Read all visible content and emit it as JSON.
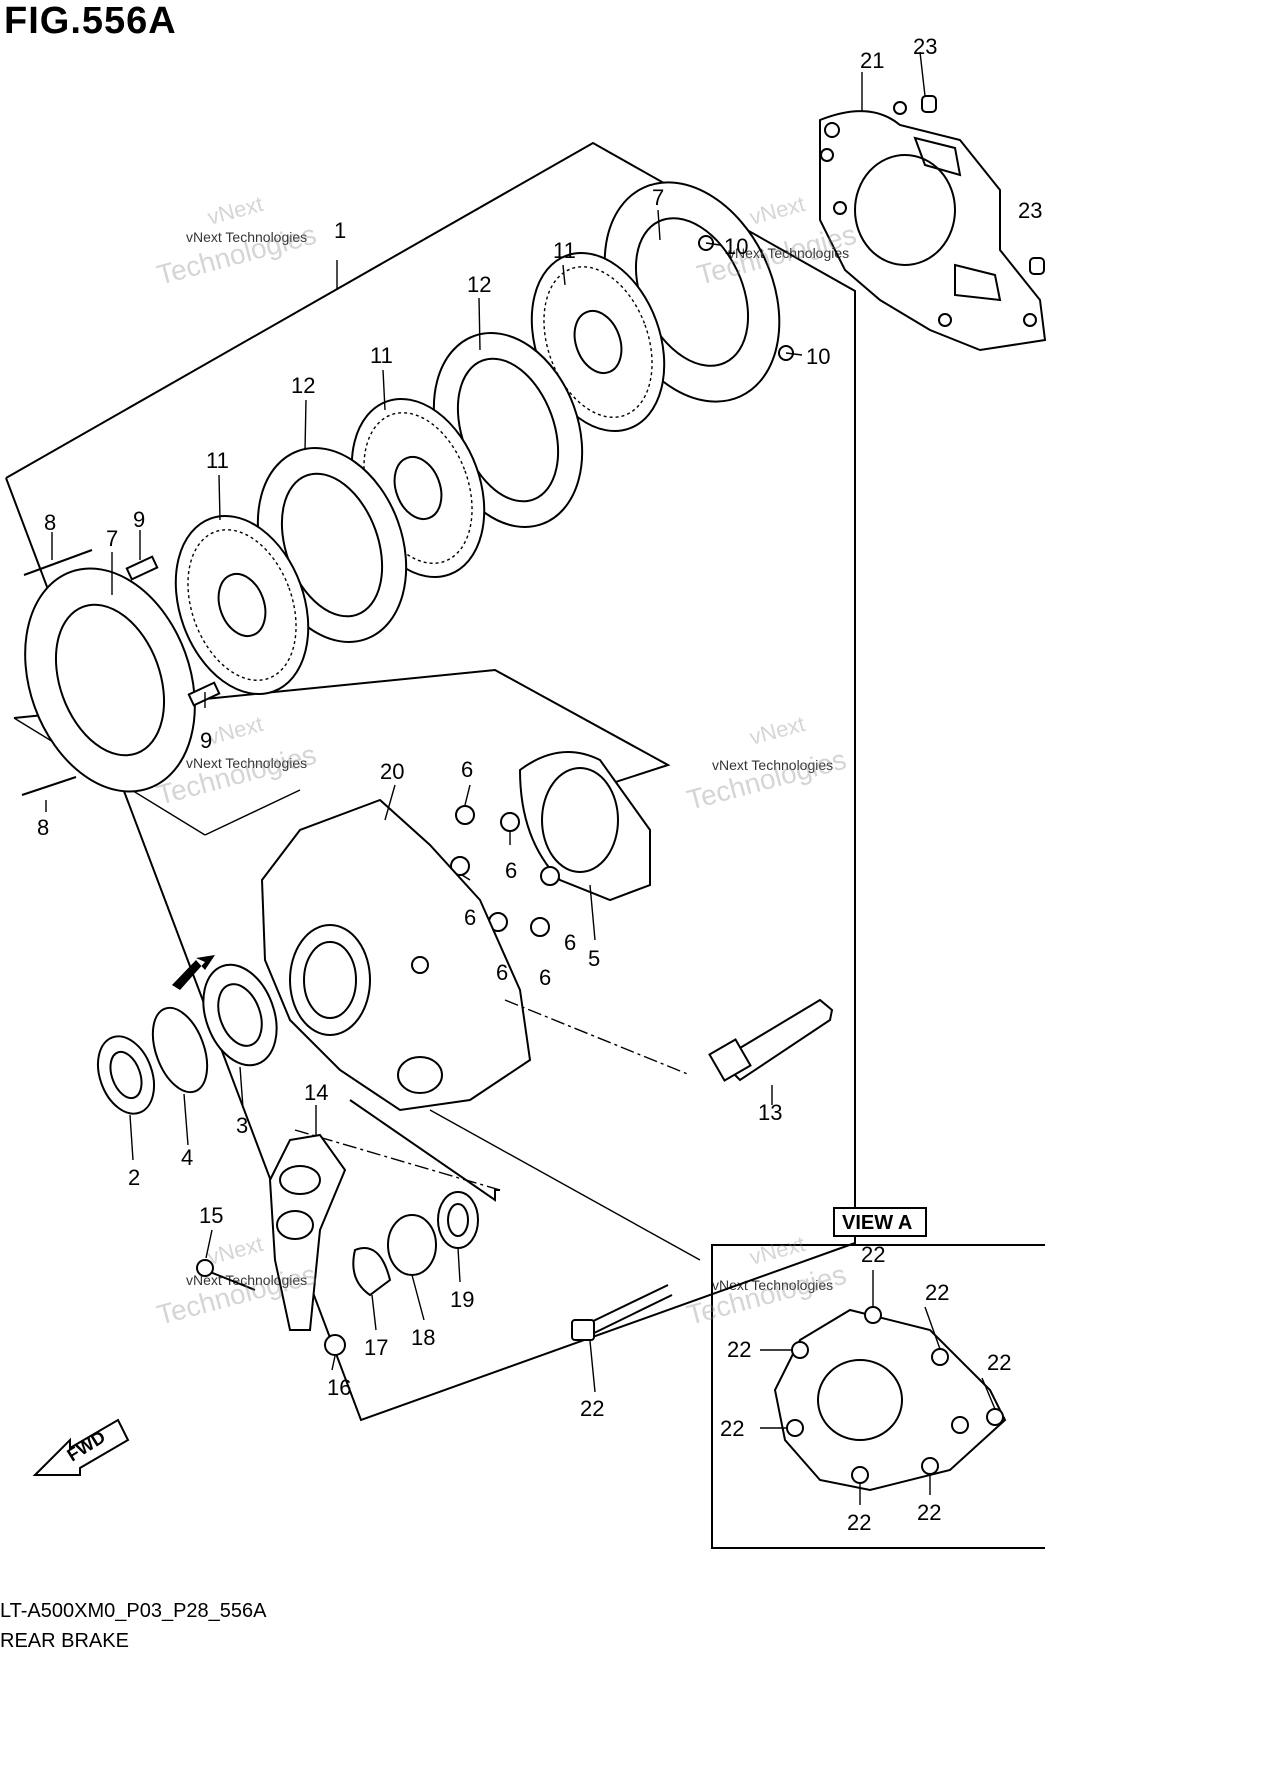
{
  "figure": {
    "title": "FIG.556A",
    "code": "LT-A500XM0_P03_P28_556A",
    "name": "REAR BRAKE"
  },
  "view_label": "VIEW A",
  "fwd_label": "FWD",
  "watermark": {
    "line1": "vNext",
    "line2": "vNext Technologies",
    "line3": "Technologies"
  },
  "callouts": {
    "c1": "1",
    "c2": "2",
    "c3": "3",
    "c4": "4",
    "c5": "5",
    "c6a": "6",
    "c6b": "6",
    "c6c": "6",
    "c6d": "6",
    "c6e": "6",
    "c6f": "6",
    "c7a": "7",
    "c7b": "7",
    "c8a": "8",
    "c8b": "8",
    "c9a": "9",
    "c9b": "9",
    "c10a": "10",
    "c10b": "10",
    "c11a": "11",
    "c11b": "11",
    "c11c": "11",
    "c12a": "12",
    "c12b": "12",
    "c13": "13",
    "c14": "14",
    "c15": "15",
    "c16": "16",
    "c17": "17",
    "c18": "18",
    "c19": "19",
    "c20": "20",
    "c21": "21",
    "c22main": "22",
    "c22a": "22",
    "c22b": "22",
    "c22c": "22",
    "c22d": "22",
    "c22e": "22",
    "c22f": "22",
    "c22g": "22",
    "c23a": "23",
    "c23b": "23"
  }
}
